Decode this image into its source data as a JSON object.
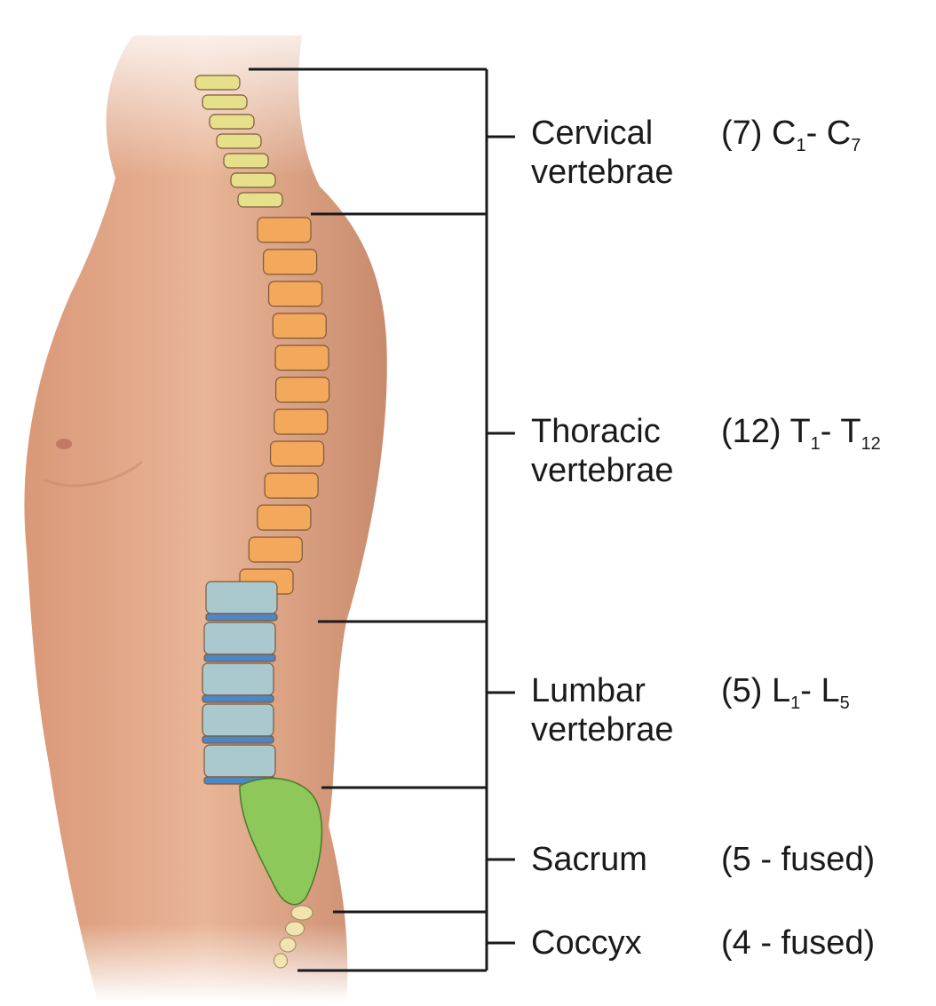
{
  "colors": {
    "skin": "#e2a98a",
    "skin_shadow": "#c98a6c",
    "cervical": "#e6e08a",
    "thoracic": "#f3a85c",
    "lumbar": "#a9c9cf",
    "lumbar_disc": "#4f86c6",
    "sacrum": "#8ec85a",
    "coccyx": "#f2e4b0",
    "line": "#1a1a1a",
    "text": "#1a1a1a"
  },
  "regions": [
    {
      "key": "cervical",
      "name_line1": "Cervical",
      "name_line2": "vertebrae",
      "count_prefix": "(7) C",
      "count_sub1": "1",
      "count_mid": "- C",
      "count_sub2": "7",
      "count_plain": ""
    },
    {
      "key": "thoracic",
      "name_line1": "Thoracic",
      "name_line2": "vertebrae",
      "count_prefix": "(12) T",
      "count_sub1": "1",
      "count_mid": "- T",
      "count_sub2": "12",
      "count_plain": ""
    },
    {
      "key": "lumbar",
      "name_line1": "Lumbar",
      "name_line2": "vertebrae",
      "count_prefix": "(5) L",
      "count_sub1": "1",
      "count_mid": "- L",
      "count_sub2": "5",
      "count_plain": ""
    },
    {
      "key": "sacrum",
      "name_line1": "Sacrum",
      "name_line2": "",
      "count_prefix": "",
      "count_sub1": "",
      "count_mid": "",
      "count_sub2": "",
      "count_plain": "(5 - fused)"
    },
    {
      "key": "coccyx",
      "name_line1": "Coccyx",
      "name_line2": "",
      "count_prefix": "",
      "count_sub1": "",
      "count_mid": "",
      "count_sub2": "",
      "count_plain": "(4 - fused)"
    }
  ]
}
